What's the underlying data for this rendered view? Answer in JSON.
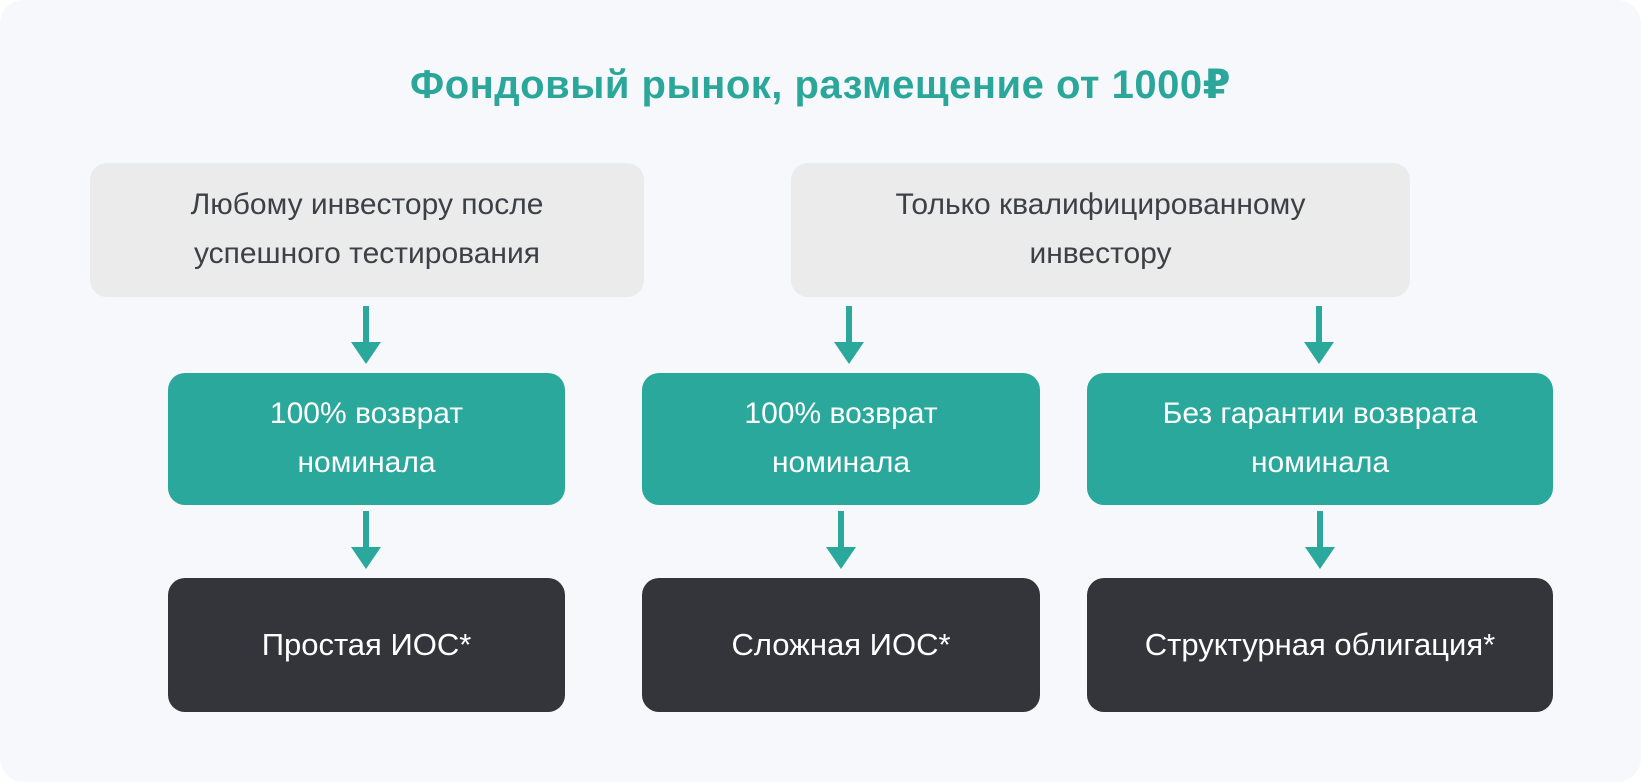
{
  "title": {
    "text": "Фондовый рынок, размещение от 1000₽"
  },
  "colors": {
    "background": "#f7f8fb",
    "title_teal": "#2aa79a",
    "teal_box": "#2aa89b",
    "gray_box": "#ebebeb",
    "dark_box": "#33353b",
    "dark_text": "#3d4047",
    "white_text": "#ffffff",
    "arrow": "#2aa89b"
  },
  "diagram": {
    "audience_boxes": [
      {
        "text": "Любому инвестору после\nуспешного тестирования"
      },
      {
        "text": "Только квалифицированному\nинвестору"
      }
    ],
    "guarantee_boxes": [
      {
        "text": "100% возврат\nноминала"
      },
      {
        "text": "100% возврат\nноминала"
      },
      {
        "text": "Без гарантии возврата\nноминала"
      }
    ],
    "product_boxes": [
      {
        "text": "Простая ИОС*"
      },
      {
        "text": "Сложная ИОС*"
      },
      {
        "text": "Структурная облигация*"
      }
    ]
  }
}
